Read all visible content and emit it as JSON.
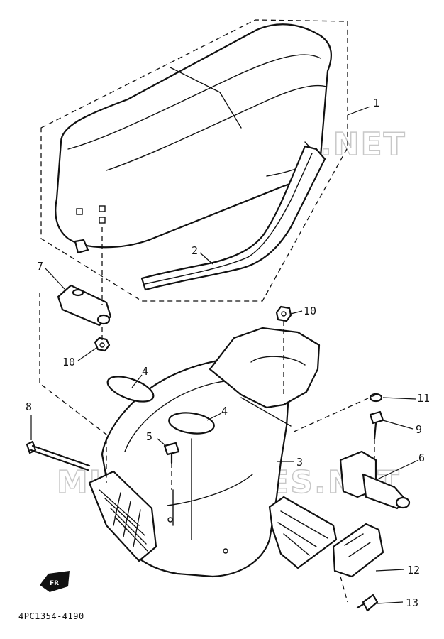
{
  "watermark": "MICROFICHES.NET",
  "diagram_code": "4PC1354-4190",
  "direction_badge": "FR",
  "callouts": [
    {
      "id": "c1",
      "text": "1"
    },
    {
      "id": "c2",
      "text": "2"
    },
    {
      "id": "c3",
      "text": "3"
    },
    {
      "id": "c4a",
      "text": "4"
    },
    {
      "id": "c4b",
      "text": "4"
    },
    {
      "id": "c5",
      "text": "5"
    },
    {
      "id": "c6",
      "text": "6"
    },
    {
      "id": "c7",
      "text": "7"
    },
    {
      "id": "c8",
      "text": "8"
    },
    {
      "id": "c9",
      "text": "9"
    },
    {
      "id": "c10a",
      "text": "10"
    },
    {
      "id": "c10b",
      "text": "10"
    },
    {
      "id": "c11",
      "text": "11"
    },
    {
      "id": "c12",
      "text": "12"
    },
    {
      "id": "c13",
      "text": "13"
    }
  ]
}
